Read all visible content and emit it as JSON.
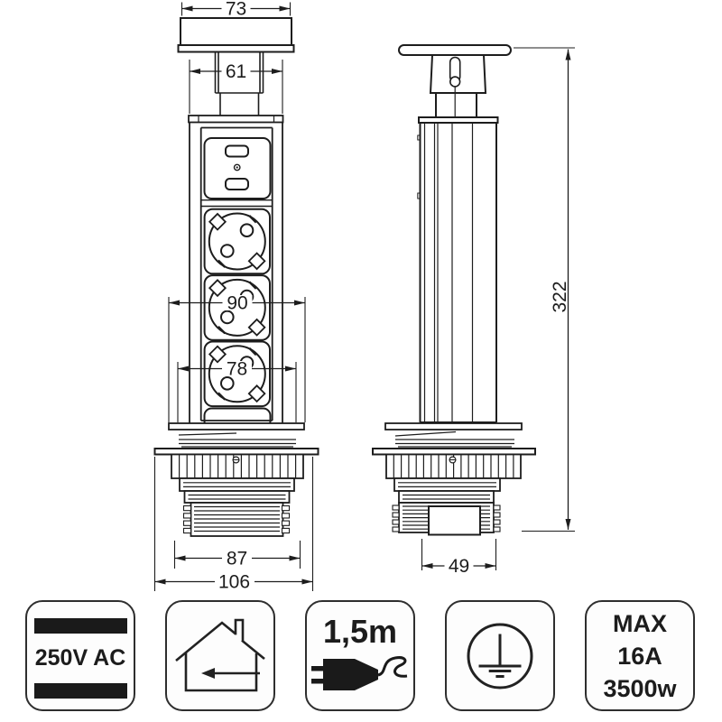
{
  "colors": {
    "line": "#1d1d1d",
    "badge_border": "#2e2e2e",
    "badge_background": "#fdfdfd",
    "voltage_bar": "#1a1a1a",
    "background": "#ffffff"
  },
  "diagram": {
    "dims": {
      "cap_width": "73",
      "neck_width": "61",
      "body_width": "90",
      "tube_width": "78",
      "thread_width": "87",
      "flange_width": "106",
      "total_height": "322",
      "cable_box_width": "49"
    }
  },
  "badges": [
    {
      "icon": "voltage-bars",
      "label": "250V AC"
    },
    {
      "icon": "indoor-use-house"
    },
    {
      "icon": "plug-with-cable",
      "label": "1,5m"
    },
    {
      "icon": "protective-earth"
    },
    {
      "icon": "max-power",
      "line1": "MAX",
      "line2": "16A",
      "line3": "3500w"
    }
  ]
}
